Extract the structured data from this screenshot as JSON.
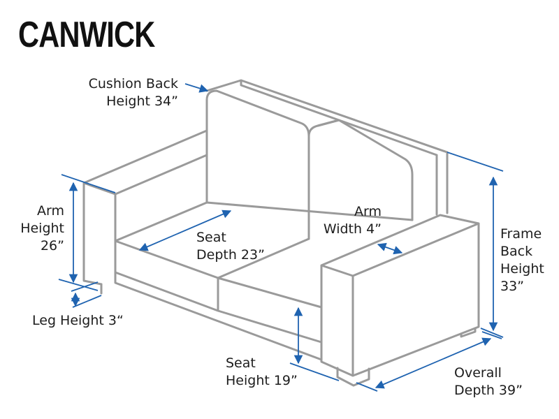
{
  "product": {
    "name": "CANWICK"
  },
  "colors": {
    "outline": "#9a9a9a",
    "dimension": "#1f63b0",
    "text": "#1d1d1d"
  },
  "dimensions": {
    "cushion_back_height": {
      "line1": "Cushion Back",
      "line2": "Height 34”"
    },
    "arm_height": {
      "line1": "Arm",
      "line2": "Height",
      "line3": "26”"
    },
    "seat_depth": {
      "line1": "Seat",
      "line2": "Depth 23”"
    },
    "arm_width": {
      "line1": "Arm",
      "line2": "Width 4”"
    },
    "frame_back_height": {
      "line1": "Frame",
      "line2": "Back",
      "line3": "Height",
      "line4": "33”"
    },
    "leg_height": {
      "line1": "Leg Height 3“"
    },
    "seat_height": {
      "line1": "Seat",
      "line2": "Height 19”"
    },
    "overall_depth": {
      "line1": "Overall",
      "line2": "Depth 39”"
    }
  }
}
